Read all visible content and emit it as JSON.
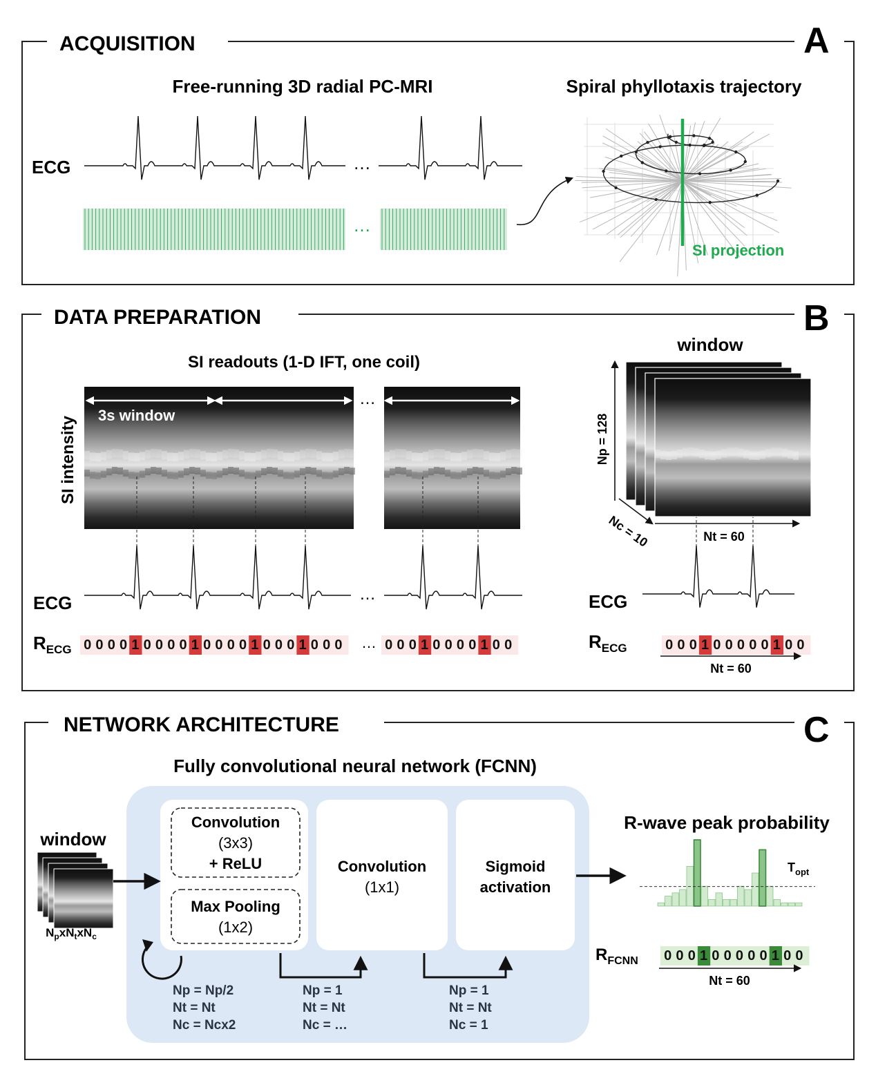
{
  "panelA": {
    "title": "ACQUISITION",
    "letter": "A",
    "subtitle_left": "Free-running 3D radial PC-MRI",
    "subtitle_right": "Spiral phyllotaxis trajectory",
    "ecg_label": "ECG",
    "ellipsis": "…",
    "projection_label": "SI projection"
  },
  "panelB": {
    "title": "DATA PREPARATION",
    "letter": "B",
    "subtitle": "SI readouts (1-D IFT, one coil)",
    "y_axis": "SI intensity",
    "window_label": "3s window",
    "window_title": "window",
    "np_label": "Np = 128",
    "nc_label": "Nc = 10",
    "nt_label": "Nt = 60",
    "ecg_label": "ECG",
    "recg_label": "R",
    "recg_sub": "ECG",
    "seq1": [
      "0",
      "0",
      "0",
      "0",
      "1",
      "0",
      "0",
      "0",
      "0",
      "1",
      "0",
      "0",
      "0",
      "0",
      "1",
      "0",
      "0",
      "0",
      "1",
      "0",
      "0",
      "0"
    ],
    "seq2": [
      "0",
      "0",
      "0",
      "1",
      "0",
      "0",
      "0",
      "0",
      "1",
      "0",
      "0"
    ],
    "seq3": [
      "0",
      "0",
      "0",
      "1",
      "0",
      "0",
      "0",
      "0",
      "0",
      "1",
      "0",
      "0"
    ],
    "nt_bottom": "Nt = 60",
    "ellipsis": "…"
  },
  "panelC": {
    "title": "NETWORK ARCHITECTURE",
    "letter": "C",
    "subtitle": "Fully convolutional neural network (FCNN)",
    "window_label": "window",
    "input_dims": "NpxNtxNc",
    "conv1_l1": "Convolution",
    "conv1_l2": "(3x3)",
    "conv1_l3": "+ ReLU",
    "pool_l1": "Max Pooling",
    "pool_l2": "(1x2)",
    "conv2_l1": "Convolution",
    "conv2_l2": "(1x1)",
    "sig_l1": "Sigmoid",
    "sig_l2": "activation",
    "prob_title": "R-wave peak probability",
    "topt": "T",
    "topt_sub": "opt",
    "rfcnn": "R",
    "rfcnn_sub": "FCNN",
    "seq": [
      "0",
      "0",
      "0",
      "1",
      "0",
      "0",
      "0",
      "0",
      "0",
      "1",
      "0",
      "0"
    ],
    "nt_label": "Nt = 60",
    "loop1": [
      "Np = Np/2",
      "Nt = Nt",
      "Nc = Ncx2"
    ],
    "loop2": [
      "Np = 1",
      "Nt = Nt",
      "Nc = …"
    ],
    "loop3": [
      "Np = 1",
      "Nt = Nt",
      "Nc = 1"
    ],
    "prob_bars": [
      0.05,
      0.15,
      0.2,
      0.25,
      0.6,
      1.0,
      0.3,
      0.1,
      0.2,
      0.1,
      0.1,
      0.3,
      0.25,
      0.5,
      0.85,
      0.3,
      0.1,
      0.05,
      0.05,
      0.05
    ],
    "prob_threshold": 0.42
  },
  "colors": {
    "green": "#1faa4f",
    "red": "#d43b3b",
    "blue_bg": "#dce8f5",
    "dark_green": "#3a8a3a"
  }
}
